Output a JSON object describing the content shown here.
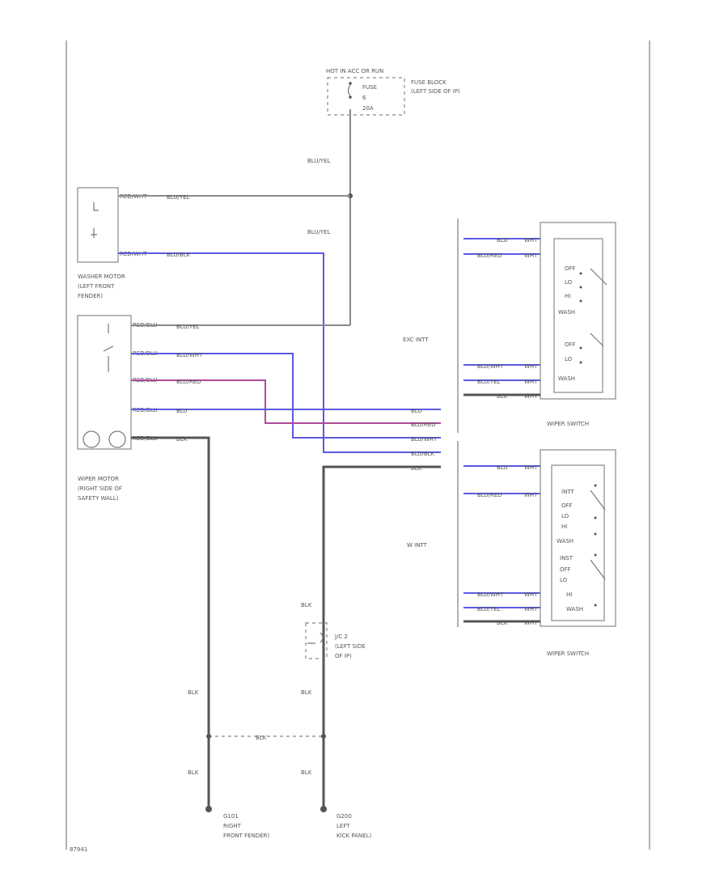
{
  "fuse_block": {
    "header": "HOT IN ACC OR RUN",
    "fuse_lines": [
      "FUSE",
      "6",
      "20A"
    ],
    "name_lines": [
      "FUSE BLOCK",
      "(LEFT SIDE OF IP)"
    ]
  },
  "washer_motor": {
    "label_lines": [
      "WASHER MOTOR",
      "(LEFT FRONT",
      "FENDER)"
    ],
    "pins": [
      "RED/WHT",
      "RED/WHT"
    ],
    "wires": [
      "BLU/YEL",
      "BLU/BLK"
    ]
  },
  "wiper_motor": {
    "label_lines": [
      "WIPER MOTOR",
      "(RIGHT SIDE OF",
      "SAFETY WALL)"
    ],
    "pins": [
      "RED/BLU",
      "RED/BLU",
      "RED/BLU",
      "RED/BLU",
      "RED/BLU"
    ],
    "wires": [
      "BLU/YEL",
      "BLU/WHT",
      "BLU/RED",
      "BLU",
      "BLK"
    ]
  },
  "trunk_wires": [
    "BLU",
    "BLU/RED",
    "BLU/WHT",
    "BLU/BLK",
    "BLK"
  ],
  "vertical_wire_labels": [
    "BLU/YEL",
    "BLU/YEL"
  ],
  "switch_top": {
    "variant": "EXC INTT",
    "title": "WIPER SWITCH",
    "wires_in": [
      "BLU",
      "BLU/RED",
      "BLU/WHT",
      "BLU/YEL",
      "BLK"
    ],
    "pins": [
      "WHT",
      "WHT",
      "WHT",
      "WHT",
      "WHT"
    ],
    "positions": [
      "OFF",
      "LO",
      "HI",
      "WASH",
      "OFF",
      "LO",
      "WASH"
    ]
  },
  "switch_bottom": {
    "variant": "W INTT",
    "title": "WIPER SWITCH",
    "wires_in": [
      "BLU",
      "BLU/RED",
      "BLU/WHT",
      "BLU/YEL",
      "BLK"
    ],
    "pins": [
      "WHT",
      "WHT",
      "WHT",
      "WHT",
      "WHT"
    ],
    "positions": [
      "INTT",
      "OFF",
      "LO",
      "HI",
      "WASH",
      "INST",
      "OFF",
      "LO",
      "HI",
      "WASH"
    ]
  },
  "joint": {
    "label_lines": [
      "J/C 2",
      "(LEFT SIDE",
      "OF IP)"
    ],
    "wire": "BLK"
  },
  "ground_wires": [
    "BLK",
    "BLK",
    "BLK",
    "BLK",
    "BLK",
    "BLK"
  ],
  "grounds": [
    {
      "name": "G101",
      "lines": [
        "RIGHT",
        "FRONT FENDER)"
      ]
    },
    {
      "name": "G200",
      "lines": [
        "LEFT",
        "KICK PANEL)"
      ]
    }
  ],
  "figure_code": "87941"
}
